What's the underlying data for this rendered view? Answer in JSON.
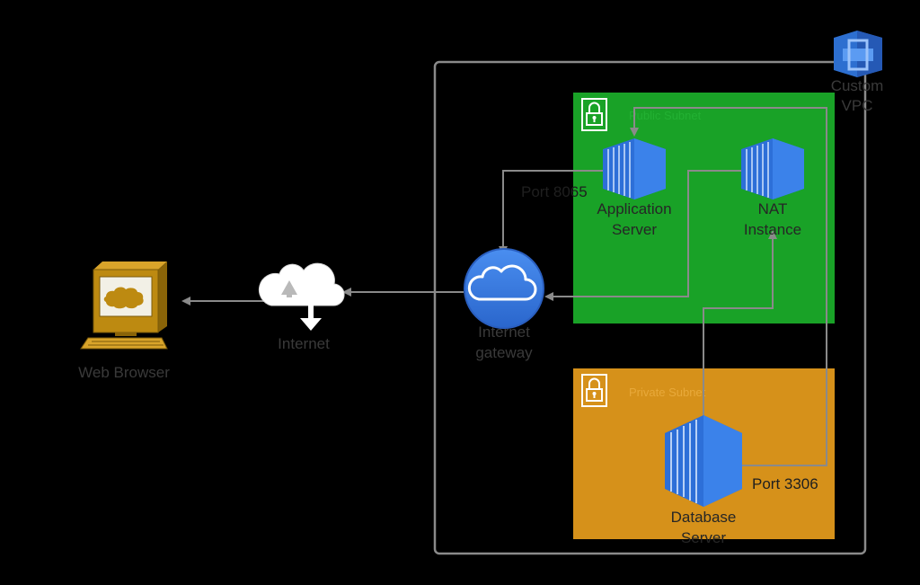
{
  "nodes": {
    "web_browser": {
      "label": "Web Browser",
      "icon": "web-browser-computer-icon"
    },
    "internet": {
      "label": "Internet",
      "icon": "internet-cloud-icon"
    },
    "internet_gateway": {
      "label_lines": [
        "Internet",
        "gateway"
      ],
      "icon": "internet-gateway-icon"
    },
    "vpc": {
      "label_lines": [
        "Custom",
        "VPC"
      ],
      "icon": "vpc-icon"
    },
    "public_subnet": {
      "label": "Public Subnet",
      "icon": "lock-icon",
      "color": "#19A227"
    },
    "private_subnet": {
      "label": "Private Subnet",
      "icon": "lock-icon",
      "color": "#D6911A"
    },
    "app_server": {
      "label_lines": [
        "Application",
        "Server"
      ],
      "icon": "ec2-instance-icon"
    },
    "nat_instance": {
      "label_lines": [
        "NAT",
        "Instance"
      ],
      "icon": "ec2-instance-icon"
    },
    "db_server": {
      "label_lines": [
        "Database",
        "Server"
      ],
      "icon": "ec2-instance-icon"
    }
  },
  "ports": {
    "app_port": "Port 8065",
    "db_port": "Port 3306"
  },
  "colors": {
    "background": "#000000",
    "connector": "#8A8A8A",
    "aws_blue": "#2E73D8",
    "public_subnet": "#19A227",
    "private_subnet": "#D6911A",
    "browser_gold": "#BD8A11"
  }
}
